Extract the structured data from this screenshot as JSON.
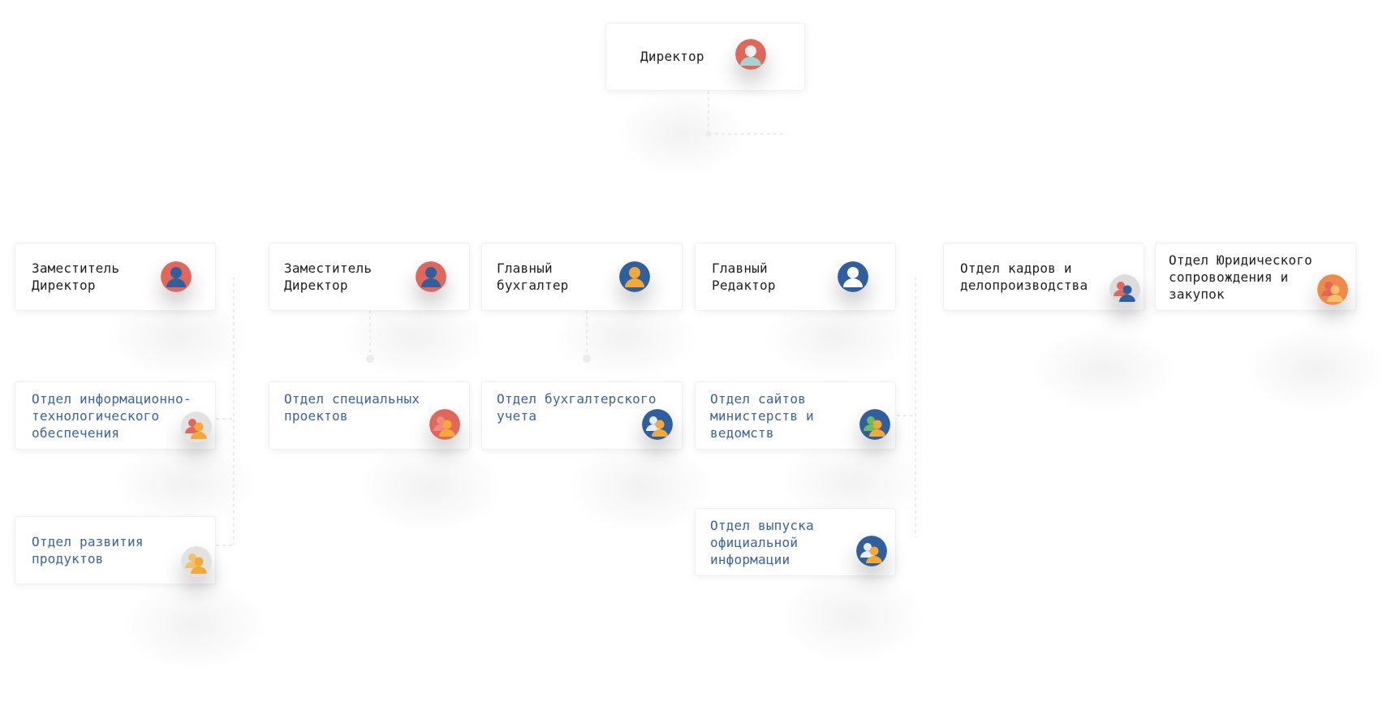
{
  "colors": {
    "red": "#e0675a",
    "blue": "#2f5f9e",
    "orange": "#f4a836",
    "teal": "#a3d4cd",
    "grey": "#dcdcdc",
    "dept_text": "#3a62a7",
    "person_text": "#1f1f1f"
  },
  "nodes": {
    "director": {
      "label": "Директор",
      "icon": "user-avatar-icon"
    },
    "deputy_1": {
      "label": "Заместитель\nДиректор",
      "icon": "user-avatar-icon"
    },
    "deputy_2": {
      "label": "Заместитель\nДиректор",
      "icon": "user-avatar-icon"
    },
    "chief_accountant": {
      "label": "Главный\nбухгалтер",
      "icon": "user-avatar-icon"
    },
    "chief_editor": {
      "label": "Главный\nРедактор",
      "icon": "user-avatar-icon"
    },
    "hr_dept": {
      "label": "Отдел кадров и\nделопроизводства",
      "icon": "group-icon"
    },
    "legal_dept": {
      "label": "Отдел Юридического\nсопровождения и\nзакупок",
      "icon": "group-icon"
    },
    "it_dept": {
      "label": "Отдел информационно-\nтехнологического\nобеспечения",
      "icon": "group-icon"
    },
    "product_dept": {
      "label": "Отдел развития\nпродуктов",
      "icon": "group-icon"
    },
    "special_projects_dept": {
      "label": "Отдел специальных\nпроектов",
      "icon": "group-icon"
    },
    "accounting_dept": {
      "label": "Отдел бухгалтерского\nучета",
      "icon": "group-icon"
    },
    "websites_dept": {
      "label": "Отдел сайтов\nминистерств и\nведомств",
      "icon": "group-icon"
    },
    "official_info_dept": {
      "label": "Отдел выпуска\nофициальной\nинформации",
      "icon": "group-icon"
    }
  }
}
